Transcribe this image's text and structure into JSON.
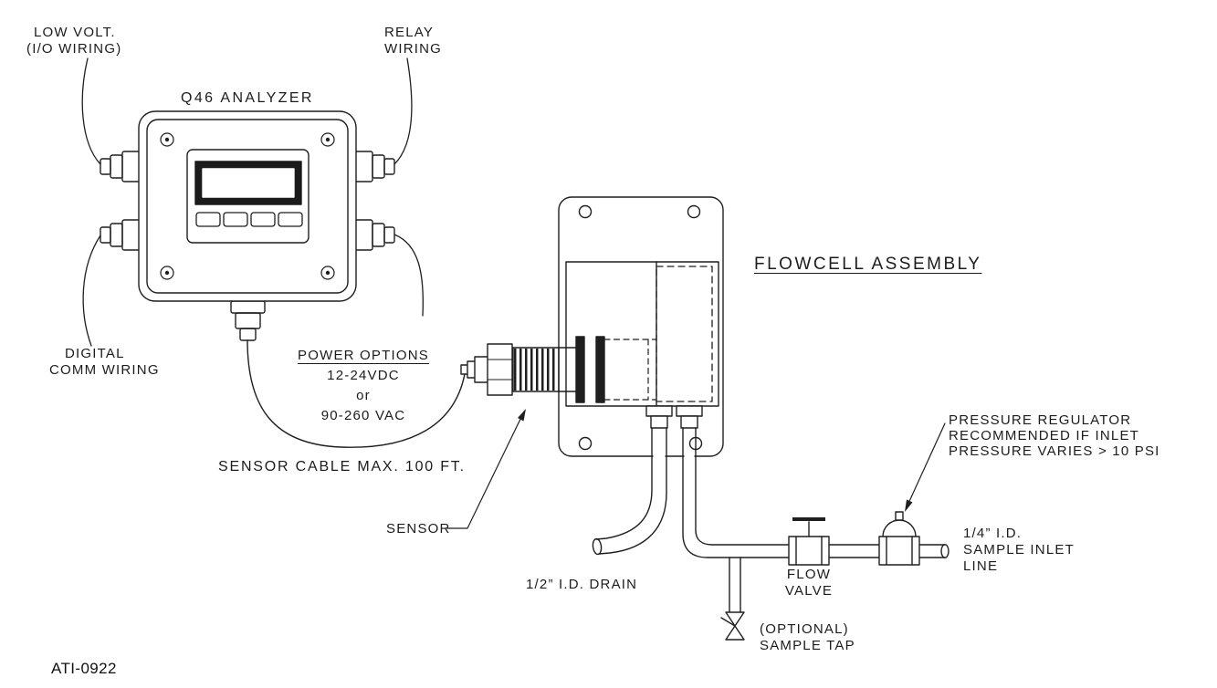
{
  "colors": {
    "line": "#1f1f1f",
    "background": "#ffffff",
    "screen_bezel": "#1b1b1b"
  },
  "labels": {
    "analyzer_title": "Q46 ANALYZER",
    "low_volt": [
      "LOW VOLT.",
      "(I/O WIRING)"
    ],
    "relay": [
      "RELAY",
      "WIRING"
    ],
    "digital_comm": [
      "DIGITAL",
      "COMM WIRING"
    ],
    "power_options_title": "POWER OPTIONS",
    "power_options_lines": [
      "12-24VDC",
      "or",
      "90-260 VAC"
    ],
    "sensor_cable": "SENSOR CABLE MAX. 100 FT.",
    "flowcell_title": "FLOWCELL ASSEMBLY",
    "sensor": "SENSOR",
    "drain": "1/2” I.D. DRAIN",
    "flow_valve": [
      "FLOW",
      "VALVE"
    ],
    "pressure_regulator": [
      "PRESSURE REGULATOR",
      "RECOMMENDED IF INLET",
      "PRESSURE VARIES > 10 PSI"
    ],
    "sample_inlet": [
      "1/4” I.D.",
      "SAMPLE INLET",
      "LINE"
    ],
    "sample_tap": [
      "(OPTIONAL)",
      "SAMPLE TAP"
    ],
    "drawing_number": "ATI-0922"
  }
}
